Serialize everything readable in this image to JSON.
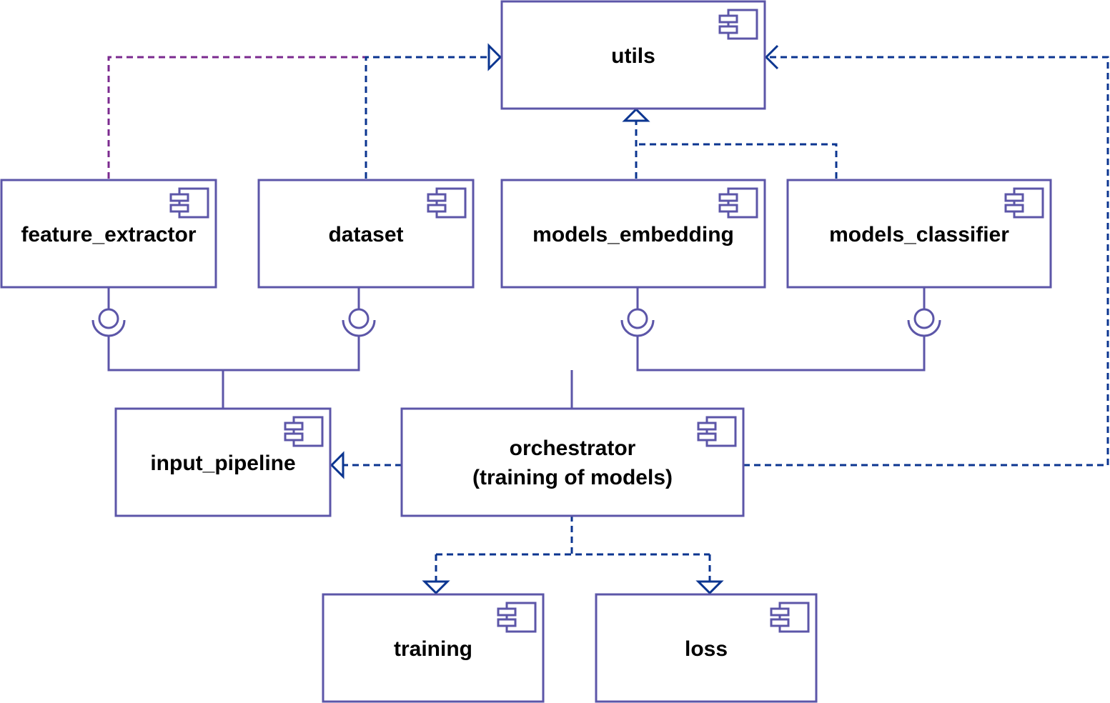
{
  "diagram": {
    "type": "uml-component-diagram",
    "components": {
      "utils": "utils",
      "feature_extractor": "feature_extractor",
      "dataset": "dataset",
      "models_embedding": "models_embedding",
      "models_classifier": "models_classifier",
      "input_pipeline": "input_pipeline",
      "orchestrator_line1": "orchestrator",
      "orchestrator_line2": "(training of models)",
      "training": "training",
      "loss": "loss"
    },
    "relations": [
      {
        "from": "feature_extractor",
        "to": "utils",
        "kind": "dependency"
      },
      {
        "from": "dataset",
        "to": "utils",
        "kind": "dependency"
      },
      {
        "from": "models_embedding",
        "to": "utils",
        "kind": "dependency"
      },
      {
        "from": "models_classifier",
        "to": "utils",
        "kind": "dependency"
      },
      {
        "from": "orchestrator",
        "to": "utils",
        "kind": "dependency"
      },
      {
        "from": "orchestrator",
        "to": "input_pipeline",
        "kind": "dependency"
      },
      {
        "from": "orchestrator",
        "to": "training",
        "kind": "dependency"
      },
      {
        "from": "orchestrator",
        "to": "loss",
        "kind": "dependency"
      },
      {
        "from": "input_pipeline",
        "to": "feature_extractor",
        "kind": "interface"
      },
      {
        "from": "input_pipeline",
        "to": "dataset",
        "kind": "interface"
      },
      {
        "from": "orchestrator",
        "to": "models_embedding",
        "kind": "interface"
      },
      {
        "from": "orchestrator",
        "to": "models_classifier",
        "kind": "interface"
      }
    ],
    "colors": {
      "box_stroke": "#5c56a8",
      "dependency": "#0b3590",
      "dependency_alt": "#7b2a8f",
      "text": "#000000"
    }
  }
}
